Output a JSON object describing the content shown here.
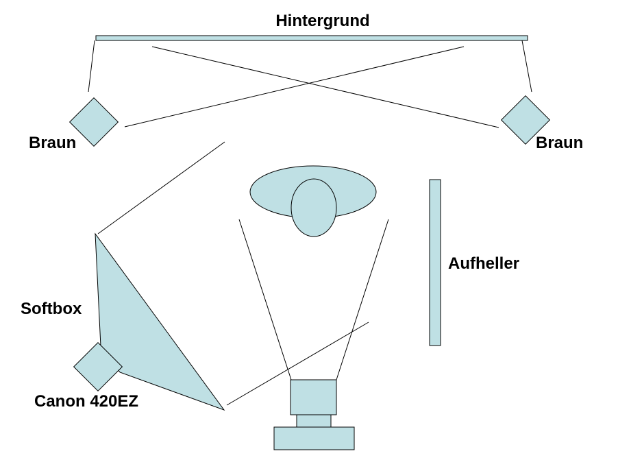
{
  "labels": {
    "background": "Hintergrund",
    "light_left": "Braun",
    "light_right": "Braun",
    "reflector": "Aufheller",
    "softbox": "Softbox",
    "flash": "Canon 420EZ"
  },
  "colors": {
    "fill": "#bfe0e4",
    "stroke": "#000000"
  }
}
